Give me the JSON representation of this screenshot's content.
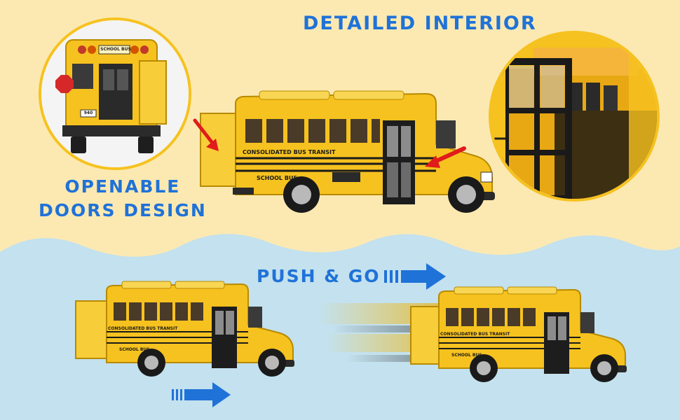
{
  "headings": {
    "interior": "DETAILED INTERIOR",
    "doors_line1": "OPENABLE",
    "doors_line2": "DOORS DESIGN",
    "push": "PUSH & GO"
  },
  "bus_labels": {
    "transit": "CONSOLIDATED BUS TRANSIT",
    "school_bus": "SCHOOL BUS",
    "number": "940"
  },
  "colors": {
    "cream": "#fce9b2",
    "sky": "#c3e1ee",
    "heading_blue": "#1f72d8",
    "bus_yellow": "#f6c21f",
    "arrow_red": "#e01b1b"
  }
}
